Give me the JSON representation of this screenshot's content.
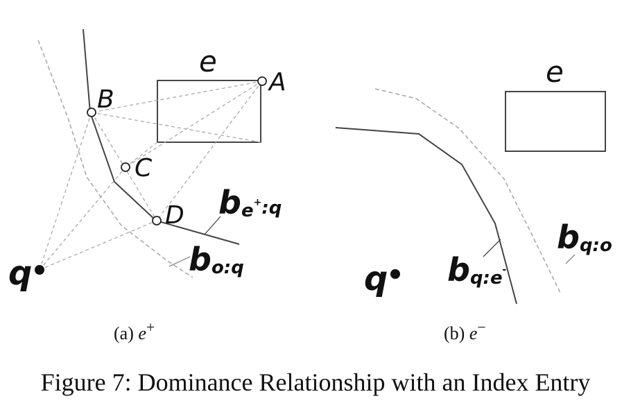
{
  "panel_a": {
    "entry_label": "e",
    "points": {
      "A": "A",
      "B": "B",
      "C": "C",
      "D": "D"
    },
    "query_label": "q",
    "bound_solid": {
      "main": "b",
      "sub": "e",
      "sup": "+",
      "tail": ":q"
    },
    "bound_dashed": {
      "main": "b",
      "sub": "o:q"
    },
    "caption_prefix": "(a)",
    "caption_var": "e",
    "caption_sup": "+"
  },
  "panel_b": {
    "entry_label": "e",
    "query_label": "q",
    "bound_solid": {
      "main": "b",
      "sub": "q:e",
      "sup": "-"
    },
    "bound_dashed": {
      "main": "b",
      "sub": "q:o"
    },
    "caption_prefix": "(b)",
    "caption_var": "e",
    "caption_sup": "−"
  },
  "figure_caption": "Figure 7: Dominance Relationship with an Index Entry"
}
